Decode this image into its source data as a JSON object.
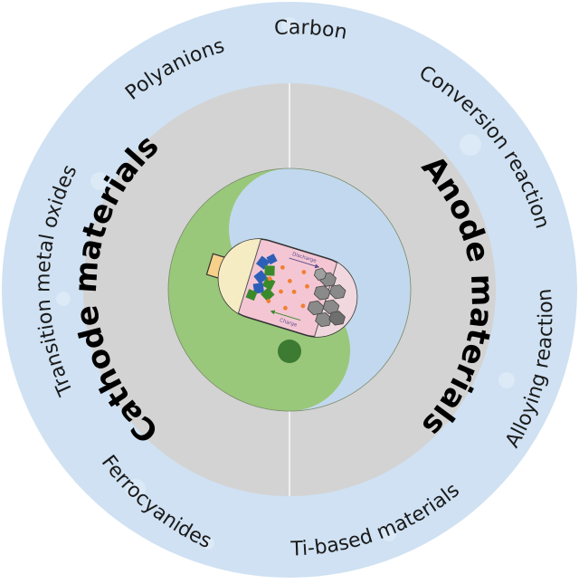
{
  "colors": {
    "outer_ring": "#cfe1f2",
    "inner_ring": "#d3d3d3",
    "yin_green": "#99c87a",
    "yang_blue": "#c2d8ee",
    "dot_green": "#3d7a32",
    "battery_body": "#f4c6d4"
  },
  "inner_labels": {
    "cathode": "Cathode materials",
    "anode": "Anode materials"
  },
  "outer_labels": {
    "carbon": "Carbon",
    "conversion": "Conversion reaction",
    "alloying": "Alloying reaction",
    "ti_based": "Ti-based materials",
    "ferrocyanides": "Ferrocyanides",
    "transition": "Transition metal oxides",
    "polyanions": "Polyanions"
  },
  "battery_labels": {
    "discharge": "Discharge",
    "charge": "Charge"
  }
}
